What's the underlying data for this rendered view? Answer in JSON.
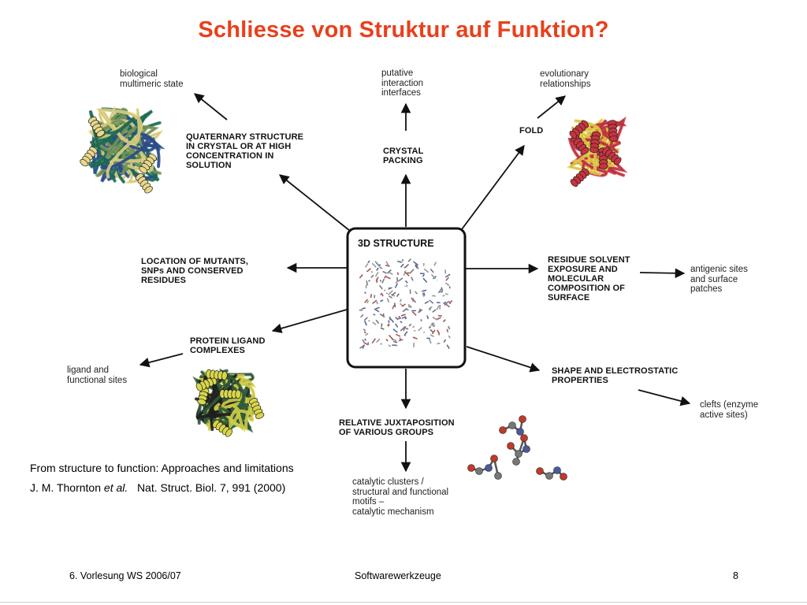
{
  "slide": {
    "title": "Schliesse von Struktur auf Funktion?"
  },
  "diagram": {
    "center_label": "3D STRUCTURE",
    "captions": {
      "quaternary": [
        "QUATERNARY STRUCTURE",
        "IN CRYSTAL OR AT HIGH",
        "CONCENTRATION IN",
        "SOLUTION"
      ],
      "crystal": [
        "CRYSTAL",
        "PACKING"
      ],
      "fold": [
        "FOLD"
      ],
      "mutants": [
        "LOCATION OF MUTANTS,",
        "SNPs AND CONSERVED",
        "RESIDUES"
      ],
      "solvent": [
        "RESIDUE SOLVENT",
        "EXPOSURE AND",
        "MOLECULAR",
        "COMPOSITION OF",
        "SURFACE"
      ],
      "ligand": [
        "PROTEIN LIGAND",
        "COMPLEXES"
      ],
      "shape": [
        "SHAPE AND ELECTROSTATIC",
        "PROPERTIES"
      ],
      "juxtaposition": [
        "RELATIVE JUXTAPOSITION",
        "OF VARIOUS GROUPS"
      ]
    },
    "outcomes": {
      "multimeric": [
        "biological",
        "multimeric state"
      ],
      "interfaces": [
        "putative",
        "interaction",
        "interfaces"
      ],
      "evolutionary": [
        "evolutionary",
        "relationships"
      ],
      "antigenic": [
        "antigenic sites",
        "and surface",
        "patches"
      ],
      "ligand_sites": [
        "ligand and",
        "functional sites"
      ],
      "clefts": [
        "clefts (enzyme",
        "active sites)"
      ],
      "catalytic": [
        "catalytic clusters /",
        "structural and functional",
        "motifs –",
        "catalytic mechanism"
      ]
    }
  },
  "reference": {
    "line1": "From structure to function: Approaches and limitations",
    "authors": "J. M. Thornton",
    "etal": "et al.",
    "journal": "Nat. Struct. Biol. 7, 991  (2000)"
  },
  "footer": {
    "left": "6. Vorlesung WS 2006/07",
    "center": "Softwarewerkzeuge",
    "page": "8"
  }
}
